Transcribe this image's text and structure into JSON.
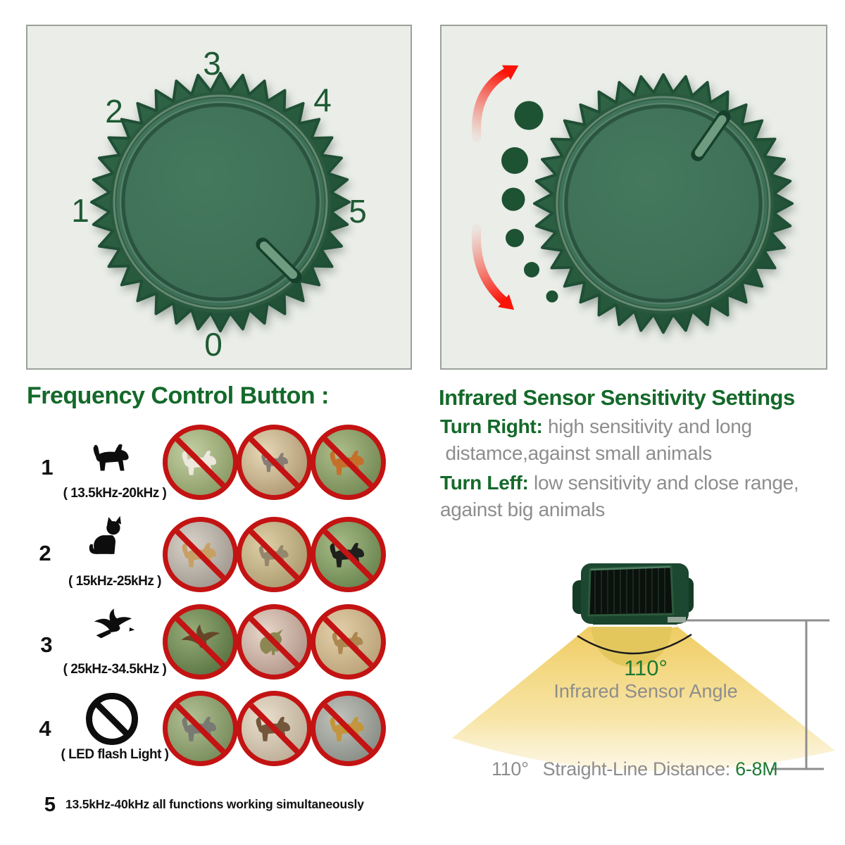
{
  "left_dial": {
    "numbers": [
      "0",
      "1",
      "2",
      "3",
      "4",
      "5"
    ]
  },
  "freq": {
    "title": "Frequency Control Button :",
    "rows": [
      {
        "num": "1",
        "range": "( 13.5kHz-20kHz )",
        "icon": "dog",
        "animals": [
          "dog",
          "mouse",
          "fox"
        ]
      },
      {
        "num": "2",
        "range": "( 15kHz-25kHz )",
        "icon": "cat",
        "animals": [
          "cat",
          "badger",
          "skunk"
        ]
      },
      {
        "num": "3",
        "range": "( 25kHz-34.5kHz )",
        "icon": "flying-bird",
        "animals": [
          "bat",
          "bird",
          "ground-squirrel"
        ]
      },
      {
        "num": "4",
        "range": "( LED flash Light )",
        "icon": "no-sign",
        "animals": [
          "raccoon",
          "wild-boar",
          "marten"
        ]
      },
      {
        "num": "5",
        "range": "13.5kHz-40kHz all functions working simultaneously",
        "icon": "none",
        "animals": []
      }
    ]
  },
  "sens": {
    "title": "Infrared Sensor Sensitivity Settings",
    "right_label": "Turn Right:",
    "right_text1": " high sensitivity and long",
    "right_text2": " distamce,against small animals",
    "left_label": "Turn Leff:",
    "left_text1": " low sensitivity and close range,",
    "left_text2": "against big animals"
  },
  "diagram": {
    "angle": "110°",
    "angle_caption": "Infrared Sensor Angle",
    "line_angle": "110°",
    "line_label": "Straight-Line Distance:",
    "line_value": "6-8M"
  },
  "colors": {
    "heading_green": "#14692a",
    "dial_green": "#2d6044",
    "alert_red": "#c31313",
    "arrow_red": "#fa1408",
    "cone_yellow": "#f0cb5d",
    "text_gray": "#8d8d8d"
  }
}
